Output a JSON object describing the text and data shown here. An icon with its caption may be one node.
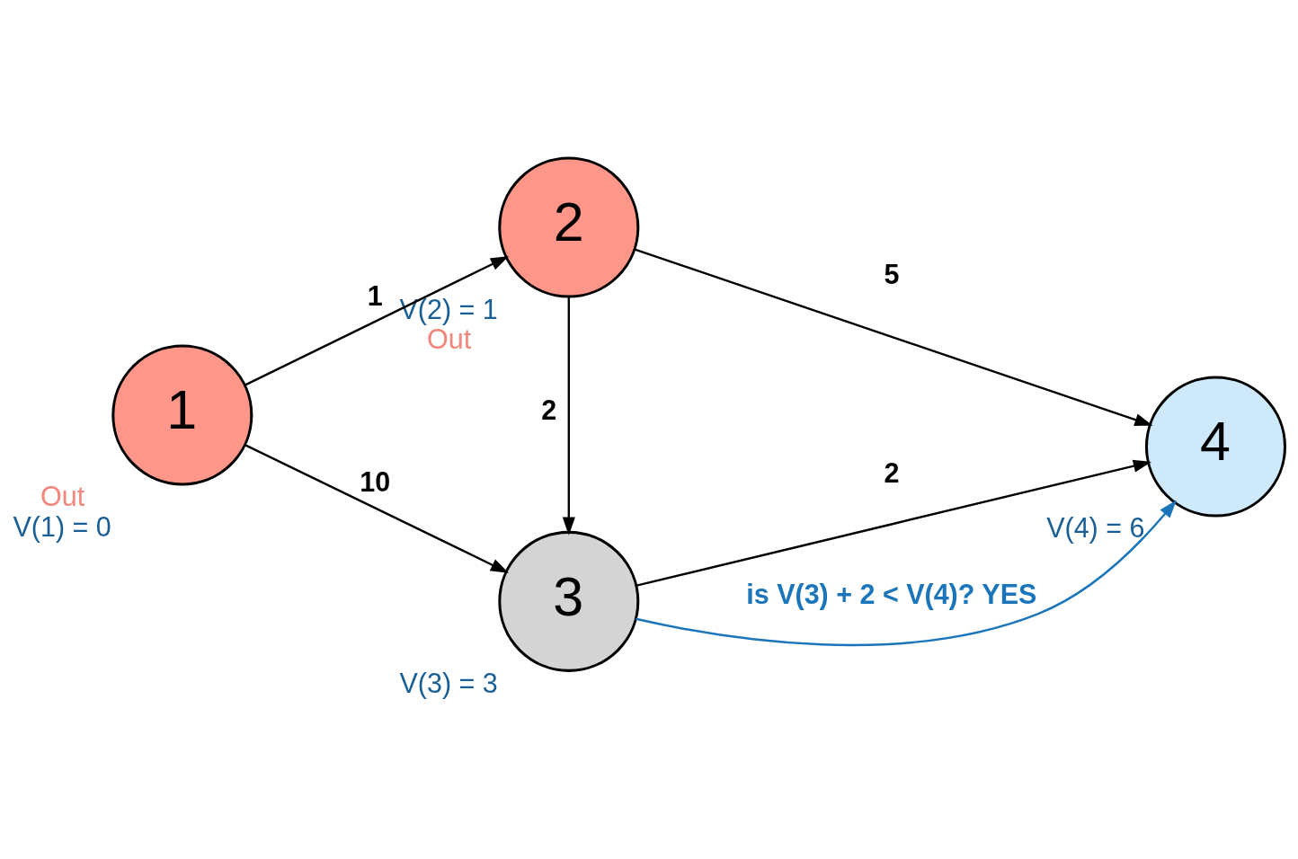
{
  "diagram": {
    "nodes": [
      {
        "text": [
          "1"
        ],
        "beside": [
          "Out",
          "V(1) = 0"
        ]
      },
      {
        "text": [
          "2"
        ],
        "beside": [
          "V(2) = 1",
          "Out"
        ]
      },
      {
        "text": [
          "3"
        ],
        "beside": [
          "V(3) = 3"
        ]
      },
      {
        "text": [
          "4"
        ],
        "beside": [
          "V(4) = 6"
        ]
      }
    ],
    "edges": [
      {
        "from": 0,
        "to": 1,
        "arrow": "to",
        "label": "1"
      },
      {
        "from": 0,
        "to": 2,
        "arrow": "to",
        "label": "10"
      },
      {
        "from": 1,
        "to": 2,
        "arrow": "to",
        "label": "2"
      },
      {
        "from": 1,
        "to": 3,
        "arrow": "to",
        "label": "5"
      },
      {
        "from": 2,
        "to": 3,
        "arrow": "to",
        "label": "2"
      },
      {
        "from": 2,
        "to": 3,
        "arrow": "to",
        "label": "is V(3) + 2 < V(4)? YES",
        "color": "#1a75bb"
      }
    ]
  }
}
